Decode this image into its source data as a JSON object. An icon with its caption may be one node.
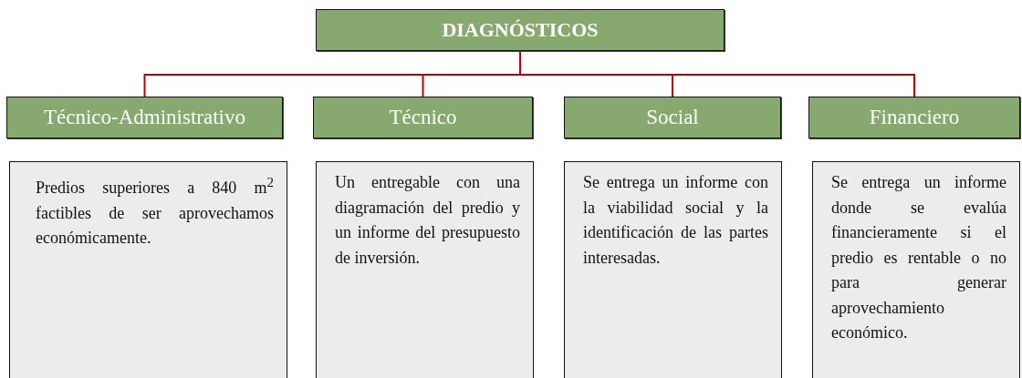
{
  "diagram": {
    "nodes": [
      {
        "text": [
          "DIAGNÓSTICOS"
        ]
      },
      {
        "text": [
          "Técnico-Administrativo"
        ]
      },
      {
        "text": [
          "Técnico"
        ]
      },
      {
        "text": [
          "Social"
        ]
      },
      {
        "text": [
          "Financiero"
        ]
      },
      {
        "text": [
          "Predios superiores a 840 m$^{2}$ factibles de ser aprovechamos económicamente."
        ]
      },
      {
        "text": [
          "Un entregable con una diagramación del predio y un informe del presupuesto de inversión."
        ]
      },
      {
        "text": [
          "Se entrega un informe con la viabilidad social y la identificación de las partes interesadas."
        ]
      },
      {
        "text": [
          "Se entrega un informe donde se evalúa financieramente si el predio es rentable o no para generar aprovechamiento económico."
        ]
      }
    ],
    "edges": [
      {
        "from": 0,
        "to": 1,
        "arrow": "none",
        "color": "#c00000"
      },
      {
        "from": 0,
        "to": 2,
        "arrow": "none",
        "color": "#c00000"
      },
      {
        "from": 0,
        "to": 3,
        "arrow": "none",
        "color": "#c00000"
      },
      {
        "from": 0,
        "to": 4,
        "arrow": "none",
        "color": "#c00000"
      }
    ]
  }
}
